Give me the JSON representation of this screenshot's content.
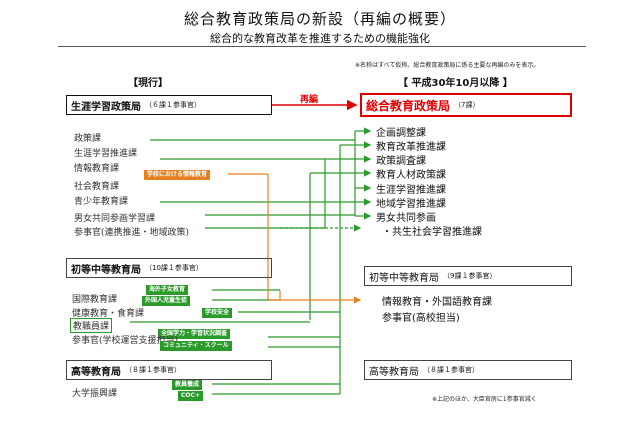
{
  "title": "総合教育政策局の新設（再編の概要）",
  "subtitle": "総合的な教育改革を推進するための機能強化",
  "note_top": "※名称はすべて仮称。総合教育政策局に係る主要な再編のみを表示。",
  "note_bottom": "※上記のほか、大臣官房に1参事官減く",
  "current_header": "【現行】",
  "future_header": "【 平成30年10月以降 】",
  "reorg_label": "再編",
  "left": {
    "lifelong_bureau": {
      "name": "生涯学習政策局",
      "detail": "（６課１参事官）"
    },
    "lifelong_items": [
      "政策課",
      "生涯学習推進課",
      "情報教育課",
      "社会教育課",
      "青少年教育課",
      "男女共同参画学習課",
      "参事官(連携推進・地域政策)"
    ],
    "primary_bureau": {
      "name": "初等中等教育局",
      "detail": "（10課１参事官）"
    },
    "primary_items": [
      "国際教育課",
      "健康教育・食育課",
      "教職員課",
      "参事官(学校運営支援担当)"
    ],
    "higher_bureau": {
      "name": "高等教育局",
      "detail": "（８課１参事官）"
    },
    "higher_items": [
      "大学振興課"
    ]
  },
  "right": {
    "new_bureau": {
      "name": "総合教育政策局",
      "detail": "（7課）"
    },
    "new_items": [
      "企画調整課",
      "教育改革推進課",
      "政策調査課",
      "教育人材政策課",
      "生涯学習推進課",
      "地域学習推進課",
      "男女共同参画",
      "・共生社会学習推進課"
    ],
    "primary_bureau": {
      "name": "初等中等教育局",
      "detail": "（9課１参事官）"
    },
    "primary_items": [
      "情報教育・外国語教育課",
      "参事官(高校担当)"
    ],
    "higher_bureau": {
      "name": "高等教育局",
      "detail": "（８課１参事官）"
    }
  },
  "tags": {
    "info_edu": "学校における情報教育",
    "overseas": "海外子女教育",
    "foreign": "外国人児童生徒",
    "school_safety": "学校安全",
    "survey": "全国学力・学習状況調査",
    "community": "コミュニティ・スクール",
    "teacher": "教員養成",
    "coc": "COC+"
  },
  "colors": {
    "green": "#2a9a2a",
    "orange": "#e87f1e",
    "red": "#e00000"
  }
}
